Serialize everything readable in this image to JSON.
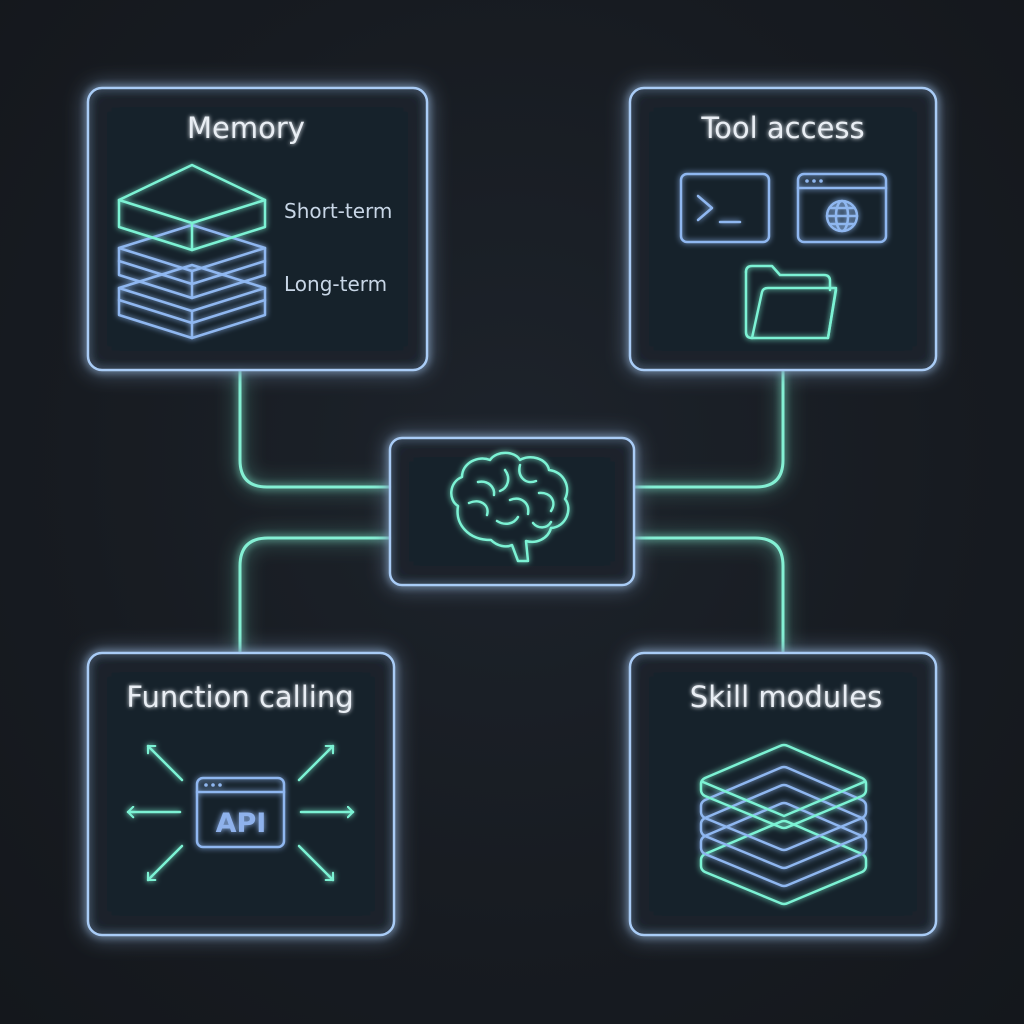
{
  "cards": {
    "memory": {
      "title": "Memory",
      "labels": [
        "Short-term",
        "Long-term"
      ]
    },
    "tool_access": {
      "title": "Tool access"
    },
    "function_calling": {
      "title": "Function calling",
      "api_label": "API"
    },
    "skill_modules": {
      "title": "Skill modules"
    }
  },
  "icons": {
    "center": "brain-icon",
    "memory": "layer-stack-icon",
    "tools": [
      "terminal-icon",
      "browser-globe-icon",
      "folder-icon"
    ],
    "function": "api-window-icon",
    "skills": "layered-modules-icon"
  },
  "colors": {
    "background": "#181c22",
    "card_border": "#a9ccf6",
    "connector": "#84f0d4",
    "accent_teal": "#7cf2d4",
    "accent_blue": "#8fb7f0",
    "text": "#e9eef4"
  }
}
